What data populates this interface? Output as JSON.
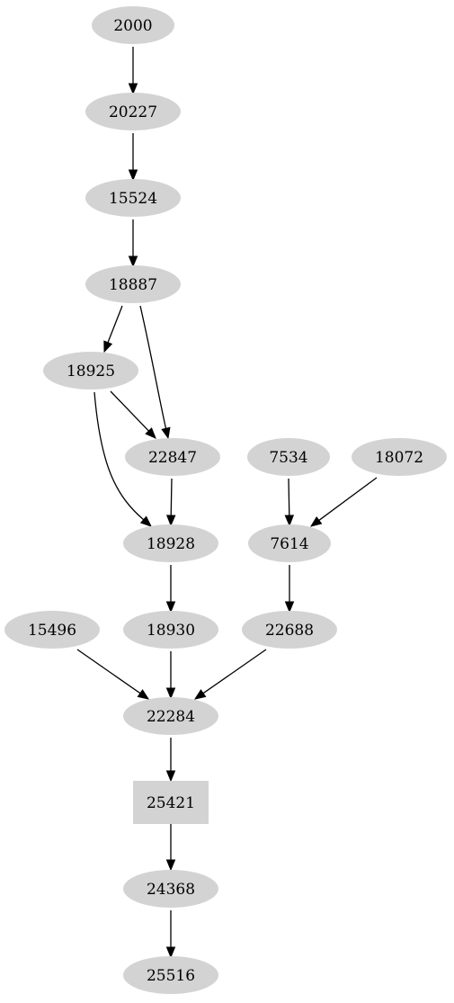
{
  "diagram": {
    "nodes": [
      {
        "id": "n2000",
        "label": "2000",
        "shape": "ellipse"
      },
      {
        "id": "n20227",
        "label": "20227",
        "shape": "ellipse"
      },
      {
        "id": "n15524",
        "label": "15524",
        "shape": "ellipse"
      },
      {
        "id": "n18887",
        "label": "18887",
        "shape": "ellipse"
      },
      {
        "id": "n18925",
        "label": "18925",
        "shape": "ellipse"
      },
      {
        "id": "n22847",
        "label": "22847",
        "shape": "ellipse"
      },
      {
        "id": "n7534",
        "label": "7534",
        "shape": "ellipse"
      },
      {
        "id": "n18072",
        "label": "18072",
        "shape": "ellipse"
      },
      {
        "id": "n18928",
        "label": "18928",
        "shape": "ellipse"
      },
      {
        "id": "n7614",
        "label": "7614",
        "shape": "ellipse"
      },
      {
        "id": "n15496",
        "label": "15496",
        "shape": "ellipse"
      },
      {
        "id": "n18930",
        "label": "18930",
        "shape": "ellipse"
      },
      {
        "id": "n22688",
        "label": "22688",
        "shape": "ellipse"
      },
      {
        "id": "n22284",
        "label": "22284",
        "shape": "ellipse"
      },
      {
        "id": "n25421",
        "label": "25421",
        "shape": "box"
      },
      {
        "id": "n24368",
        "label": "24368",
        "shape": "ellipse"
      },
      {
        "id": "n25516",
        "label": "25516",
        "shape": "ellipse"
      }
    ],
    "edges": [
      {
        "from": "n2000",
        "to": "n20227"
      },
      {
        "from": "n20227",
        "to": "n15524"
      },
      {
        "from": "n15524",
        "to": "n18887"
      },
      {
        "from": "n18887",
        "to": "n18925"
      },
      {
        "from": "n18887",
        "to": "n22847"
      },
      {
        "from": "n18925",
        "to": "n22847"
      },
      {
        "from": "n18925",
        "to": "n18928"
      },
      {
        "from": "n22847",
        "to": "n18928"
      },
      {
        "from": "n7534",
        "to": "n7614"
      },
      {
        "from": "n18072",
        "to": "n7614"
      },
      {
        "from": "n18928",
        "to": "n18930"
      },
      {
        "from": "n7614",
        "to": "n22688"
      },
      {
        "from": "n15496",
        "to": "n22284"
      },
      {
        "from": "n18930",
        "to": "n22284"
      },
      {
        "from": "n22688",
        "to": "n22284"
      },
      {
        "from": "n22284",
        "to": "n25421"
      },
      {
        "from": "n25421",
        "to": "n24368"
      },
      {
        "from": "n24368",
        "to": "n25516"
      }
    ],
    "colors": {
      "node_fill": "#d3d3d3",
      "edge": "#000000",
      "text": "#000000"
    }
  }
}
